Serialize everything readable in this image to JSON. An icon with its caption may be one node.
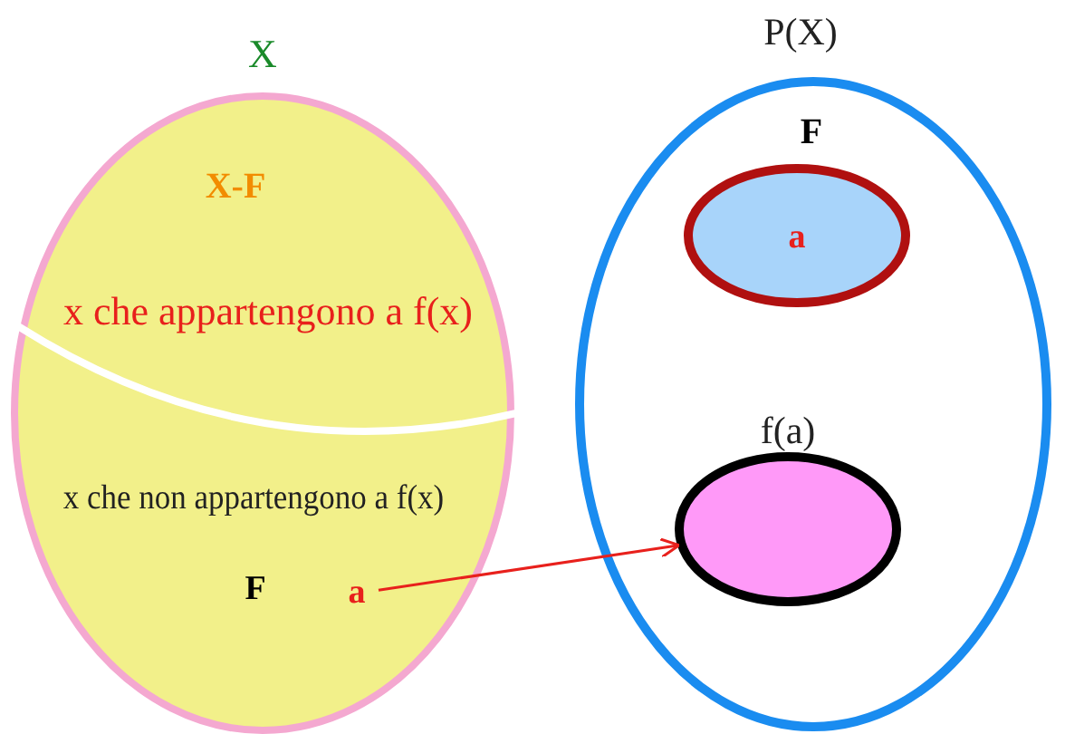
{
  "diagram": {
    "nodes": [
      {
        "text": [
          "X",
          "X-F",
          "x che appartengono a f(x)",
          "x che non appartengono a f(x)",
          "F"
        ]
      },
      {
        "text": [
          "a"
        ],
        "in": 0
      },
      {
        "text": [
          "P(X)"
        ]
      },
      {
        "text": [
          "F",
          "a"
        ],
        "in": 2
      },
      {
        "text": [
          "f(a)"
        ],
        "in": 2
      }
    ],
    "edges": [
      {
        "from": 1,
        "to": 4,
        "arrow": "to"
      }
    ]
  }
}
